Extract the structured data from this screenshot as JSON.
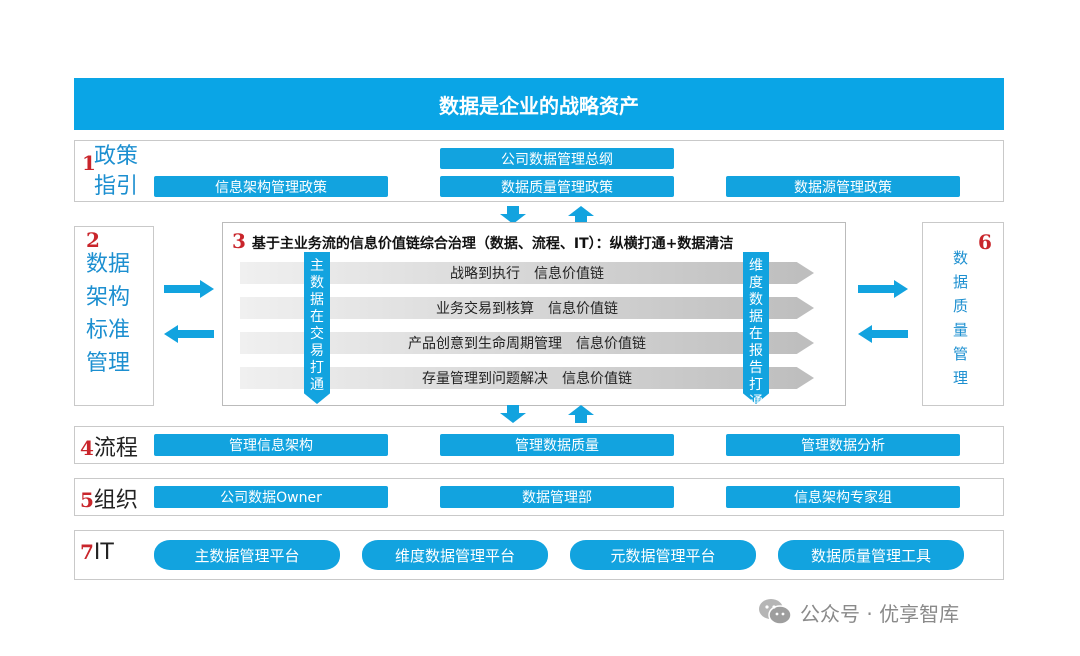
{
  "banner": "数据是企业的战略资产",
  "policy": {
    "num": "1",
    "title_line1": "政策",
    "title_line2": "指引",
    "bars": [
      "公司数据管理总纲",
      "信息架构管理政策",
      "数据质量管理政策",
      "数据源管理政策"
    ]
  },
  "arch": {
    "num": "2",
    "lines": [
      "数据",
      "架构",
      "标准",
      "管理"
    ]
  },
  "center": {
    "num": "3",
    "heading": "基于主业务流的信息价值链综合治理（数据、流程、IT）：纵横打通+数据清洁",
    "left_strip": "主数据在交易打通",
    "right_strip": "维度数据在报告打通",
    "chains": [
      "战略到执行　信息价值链",
      "业务交易到核算　信息价值链",
      "产品创意到生命周期管理　信息价值链",
      "存量管理到问题解决　信息价值链"
    ]
  },
  "quality": {
    "num": "6",
    "text": "数据质量管理"
  },
  "process": {
    "num": "4",
    "title": "流程",
    "bars": [
      "管理信息架构",
      "管理数据质量",
      "管理数据分析"
    ]
  },
  "org": {
    "num": "5",
    "title": "组织",
    "bars": [
      "公司数据Owner",
      "数据管理部",
      "信息架构专家组"
    ]
  },
  "it": {
    "num": "7",
    "title": "IT",
    "bars": [
      "主数据管理平台",
      "维度数据管理平台",
      "元数据管理平台",
      "数据质量管理工具"
    ]
  },
  "watermark": "公众号 · 优享智库",
  "colors": {
    "accent": "#12a3df",
    "banner": "#0aa5e6",
    "number": "#c9252b"
  }
}
